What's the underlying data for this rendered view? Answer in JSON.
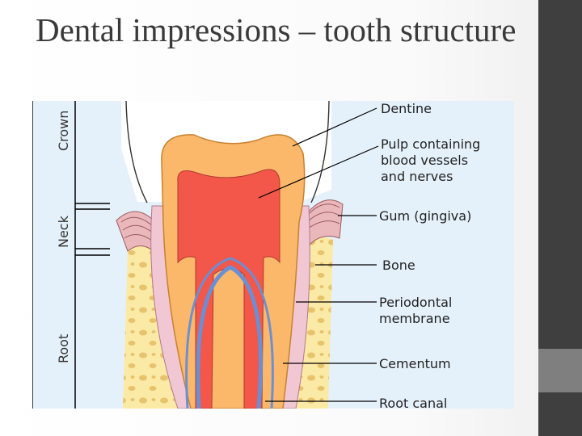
{
  "slide": {
    "title": "Dental impressions – tooth structure"
  },
  "diagram": {
    "regions": {
      "crown": "Crown",
      "neck": "Neck",
      "root": "Root"
    },
    "labels": {
      "dentine": "Dentine",
      "pulp_1": "Pulp containing",
      "pulp_2": "blood vessels",
      "pulp_3": "and nerves",
      "gum": "Gum (gingiva)",
      "bone": "Bone",
      "periodontal_1": "Periodontal",
      "periodontal_2": "membrane",
      "cementum": "Cementum",
      "root_canal": "Root canal"
    },
    "colors": {
      "background": "#e5f1fa",
      "bone": "#fbe9a6",
      "bone_spots": "#e6c36c",
      "gum": "#eab8bb",
      "dentine": "#fbb86a",
      "pulp": "#f2574a",
      "nerve_blue": "#6b8fd4",
      "cementum": "#f1c7d4"
    }
  }
}
